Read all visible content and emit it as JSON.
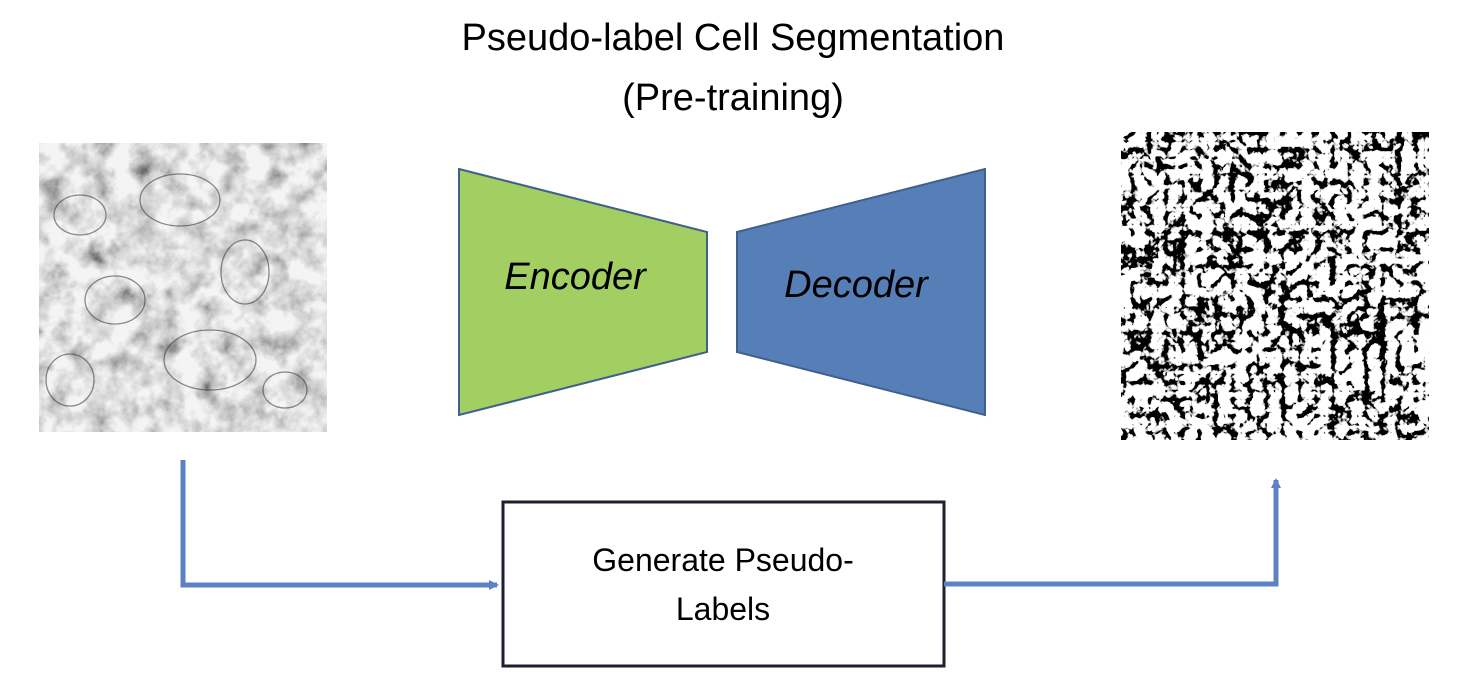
{
  "title": {
    "line1": "Pseudo-label Cell Segmentation",
    "line2": "(Pre-training)"
  },
  "encoder": {
    "label": "Encoder",
    "fill": "#a2ce62",
    "stroke": "#3f5f8c"
  },
  "decoder": {
    "label": "Decoder",
    "fill": "#567fb7",
    "stroke": "#3f5f8c"
  },
  "process_box": {
    "line1": "Generate Pseudo-",
    "line2": "Labels"
  },
  "colors": {
    "arrow": "#5d82c4",
    "text": "#000000",
    "box_border": "#1c1f2e"
  },
  "images": {
    "input": "input-em-cell-image",
    "output": "binary-pseudo-label-mask"
  }
}
